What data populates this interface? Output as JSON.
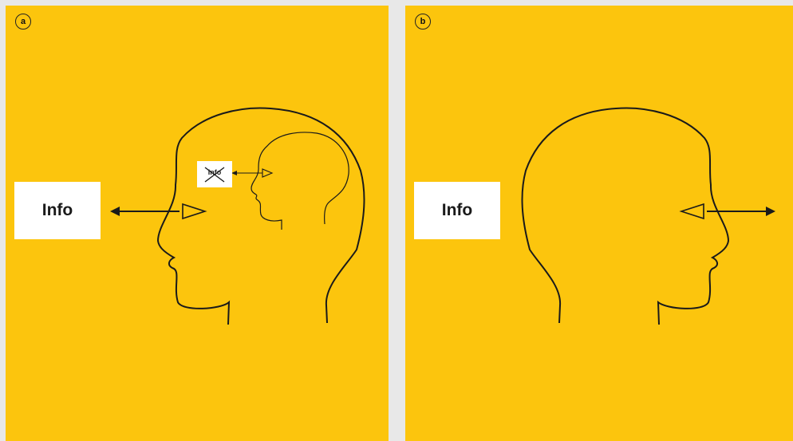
{
  "panels": [
    {
      "label": "a",
      "info_text": "Info",
      "inner_info_text": "Info"
    },
    {
      "label": "b",
      "info_text": "Info"
    }
  ],
  "colors": {
    "panel_background": "#fcc50d",
    "page_background": "#e8e8e8",
    "line": "#1a1a1a",
    "box": "#ffffff"
  }
}
